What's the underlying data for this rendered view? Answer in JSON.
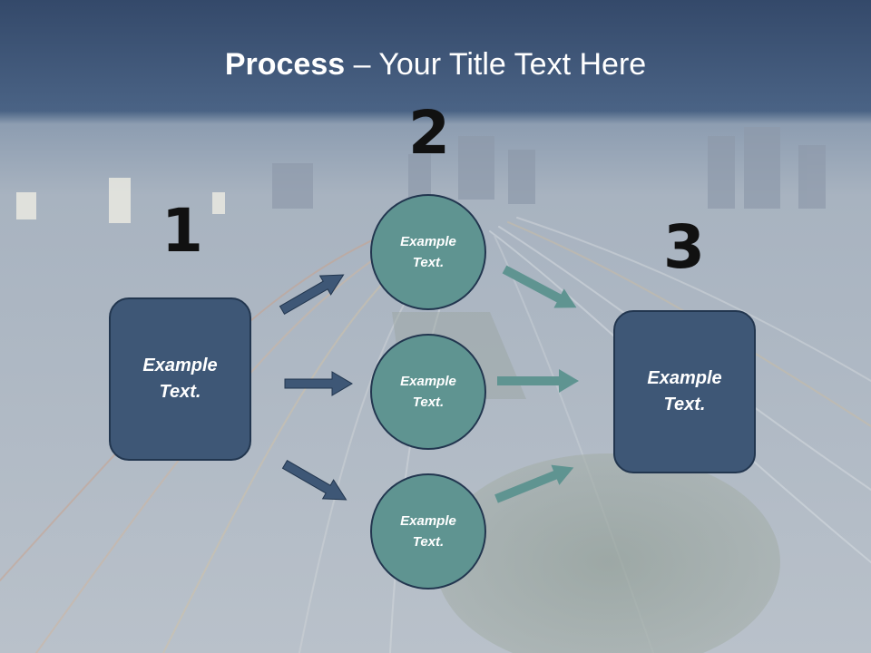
{
  "slide": {
    "title_bold": "Process",
    "title_rest": " – Your Title Text Here",
    "colors": {
      "header_band": "#3e5a7c",
      "dark_box": "#3e5776",
      "teal_circle": "#5f9491",
      "dark_arrow": "#3e5776",
      "teal_arrow": "#5f9491",
      "outline": "#22364f"
    }
  },
  "steps": {
    "num1": "1",
    "num2": "2",
    "num3": "3"
  },
  "boxes": {
    "left": {
      "line1": "Example",
      "line2": "Text."
    },
    "right": {
      "line1": "Example",
      "line2": "Text."
    }
  },
  "circles": [
    {
      "line1": "Example",
      "line2": "Text."
    },
    {
      "line1": "Example",
      "line2": "Text."
    },
    {
      "line1": "Example",
      "line2": "Text."
    }
  ]
}
